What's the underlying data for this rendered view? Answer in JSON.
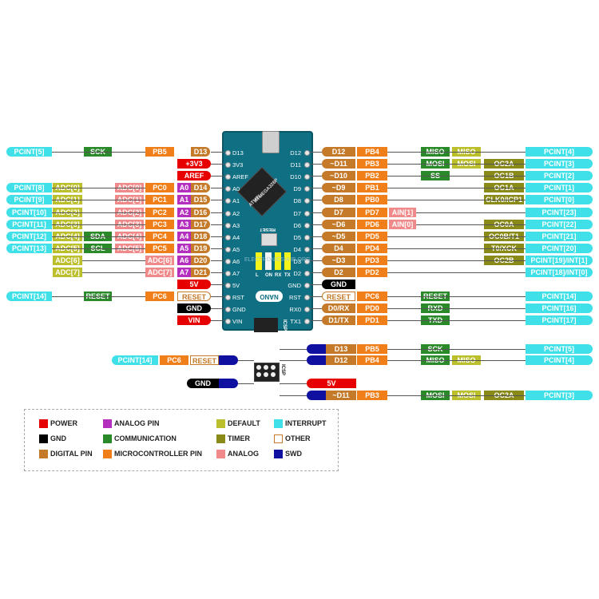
{
  "colors": {
    "power": "#e60000",
    "gnd": "#000000",
    "digital": "#c47a28",
    "analog_pin": "#b52fbf",
    "communication": "#2a8a2a",
    "micro": "#f07f1a",
    "default": "#bcbf2c",
    "timer": "#8a8a18",
    "analog": "#f08a8a",
    "interrupt": "#3fe0e8",
    "other_border": "#c47a28",
    "swd": "#1010a0",
    "board": "#0f6f83"
  },
  "board": {
    "chip_brand": "ATMEL",
    "chip_model": "ATMEGA328P",
    "reset_label": "RESET",
    "leds": [
      "L",
      "ON",
      "RX",
      "TX"
    ],
    "nano_label": "NANO",
    "icsp_label": "ICSP",
    "watermark": "ELECTRONICSHUB.ORG",
    "left_pins": [
      "D13",
      "3V3",
      "AREF",
      "A0",
      "A1",
      "A2",
      "A3",
      "A4",
      "A5",
      "A6",
      "A7",
      "5V",
      "RST",
      "GND",
      "VIN"
    ],
    "right_pins": [
      "D12",
      "D11",
      "D10",
      "D9",
      "D8",
      "D7",
      "D6",
      "D5",
      "D4",
      "D3",
      "D2",
      "GND",
      "RST",
      "RX0",
      "TX1"
    ]
  },
  "left_rows": [
    {
      "interrupt": "PCINT[5]",
      "comm": "SCK",
      "micro": "PB5",
      "digital": "D13"
    },
    {
      "power": "+3V3"
    },
    {
      "power": "AREF"
    },
    {
      "interrupt": "PCINT[8]",
      "default": "ADC[0]",
      "analog": "ADC[0]",
      "micro": "PC0",
      "apin": "A0",
      "digital": "D14"
    },
    {
      "interrupt": "PCINT[9]",
      "default": "ADC[1]",
      "analog": "ADC[1]",
      "micro": "PC1",
      "apin": "A1",
      "digital": "D15"
    },
    {
      "interrupt": "PCINT[10]",
      "default": "ADC[2]",
      "analog": "ADC[2]",
      "micro": "PC2",
      "apin": "A2",
      "digital": "D16"
    },
    {
      "interrupt": "PCINT[11]",
      "default": "ADC[3]",
      "analog": "ADC[3]",
      "micro": "PC3",
      "apin": "A3",
      "digital": "D17"
    },
    {
      "interrupt": "PCINT[12]",
      "default": "ADC[4]",
      "comm": "SDA",
      "analog": "ADC[4]",
      "micro": "PC4",
      "apin": "A4",
      "digital": "D18"
    },
    {
      "interrupt": "PCINT[13]",
      "default": "ADC[5]",
      "comm": "SCL",
      "analog": "ADC[5]",
      "micro": "PC5",
      "apin": "A5",
      "digital": "D19"
    },
    {
      "default": "ADC[6]",
      "analog2": "ADC[6]",
      "apin": "A6",
      "digital": "D20"
    },
    {
      "default": "ADC[7]",
      "analog2": "ADC[7]",
      "apin": "A7",
      "digital": "D21"
    },
    {
      "power": "5V"
    },
    {
      "interrupt": "PCINT[14]",
      "comm": "RESET",
      "micro": "PC6",
      "other": "RESET"
    },
    {
      "gnd": "GND"
    },
    {
      "power": "VIN"
    }
  ],
  "right_rows": [
    {
      "digital": "D12",
      "micro": "PB4",
      "comm": "MISO",
      "default": "MISO",
      "interrupt": "PCINT[4]"
    },
    {
      "digital": "~D11",
      "micro": "PB3",
      "comm": "MOSI",
      "default": "MOSI",
      "timer": "OC2A",
      "interrupt": "PCINT[3]"
    },
    {
      "digital": "~D10",
      "micro": "PB2",
      "comm": "SS",
      "timer": "OC1B",
      "interrupt": "PCINT[2]"
    },
    {
      "digital": "~D9",
      "micro": "PB1",
      "timer": "OC1A",
      "interrupt": "PCINT[1]"
    },
    {
      "digital": "D8",
      "micro": "PB0",
      "timer": "CLK0/ICP1",
      "interrupt": "PCINT[0]"
    },
    {
      "digital": "D7",
      "micro": "PD7",
      "analog": "AIN[1]",
      "interrupt": "PCINT[23]"
    },
    {
      "digital": "~D6",
      "micro": "PD6",
      "analog": "AIN[0]",
      "timer": "OC0A",
      "interrupt": "PCINT[22]"
    },
    {
      "digital": "~D5",
      "micro": "PD5",
      "timer": "OC0B/T1",
      "interrupt": "PCINT[21]"
    },
    {
      "digital": "D4",
      "micro": "PD4",
      "timer": "T0/XCK",
      "interrupt": "PCINT[20]"
    },
    {
      "digital": "~D3",
      "micro": "PD3",
      "timer": "OC2B",
      "interrupt": "PCINT[19]/INT[1]"
    },
    {
      "digital": "D2",
      "micro": "PD2",
      "interrupt": "PCINT[18]/INT[0]"
    },
    {
      "gnd": "GND"
    },
    {
      "other": "RESET",
      "micro": "PC6",
      "comm": "RESET",
      "interrupt": "PCINT[14]"
    },
    {
      "digital": "D0/RX",
      "micro": "PD0",
      "comm": "RXD",
      "interrupt": "PCINT[16]"
    },
    {
      "digital": "D1/TX",
      "micro": "PD1",
      "comm": "TXD",
      "interrupt": "PCINT[17]"
    }
  ],
  "icsp": {
    "left": [
      {
        "interrupt": "PCINT[14]",
        "micro": "PC6",
        "other": "RESET"
      },
      {
        "gnd": "GND"
      }
    ],
    "right": [
      {
        "digital": "D13",
        "micro": "PB5",
        "comm": "SCK",
        "interrupt": "PCINT[5]"
      },
      {
        "digital": "D12",
        "micro": "PB4",
        "comm": "MISO",
        "default": "MISO",
        "interrupt": "PCINT[4]"
      },
      {
        "power": "5V"
      },
      {
        "digital": "~D11",
        "micro": "PB3",
        "comm": "MOSI",
        "default": "MOSI",
        "timer": "OC2A",
        "interrupt": "PCINT[3]"
      }
    ]
  },
  "legend": [
    {
      "key": "power",
      "label": "POWER"
    },
    {
      "key": "analog_pin",
      "label": "ANALOG PIN"
    },
    {
      "key": "default",
      "label": "DEFAULT"
    },
    {
      "key": "interrupt",
      "label": "INTERRUPT"
    },
    {
      "key": "gnd",
      "label": "GND"
    },
    {
      "key": "communication",
      "label": "COMMUNICATION"
    },
    {
      "key": "timer",
      "label": "TIMER"
    },
    {
      "key": "other_border",
      "label": "OTHER"
    },
    {
      "key": "digital",
      "label": "DIGITAL PIN"
    },
    {
      "key": "micro",
      "label": "MICROCONTROLLER PIN"
    },
    {
      "key": "analog",
      "label": "ANALOG"
    },
    {
      "key": "swd",
      "label": "SWD"
    }
  ]
}
